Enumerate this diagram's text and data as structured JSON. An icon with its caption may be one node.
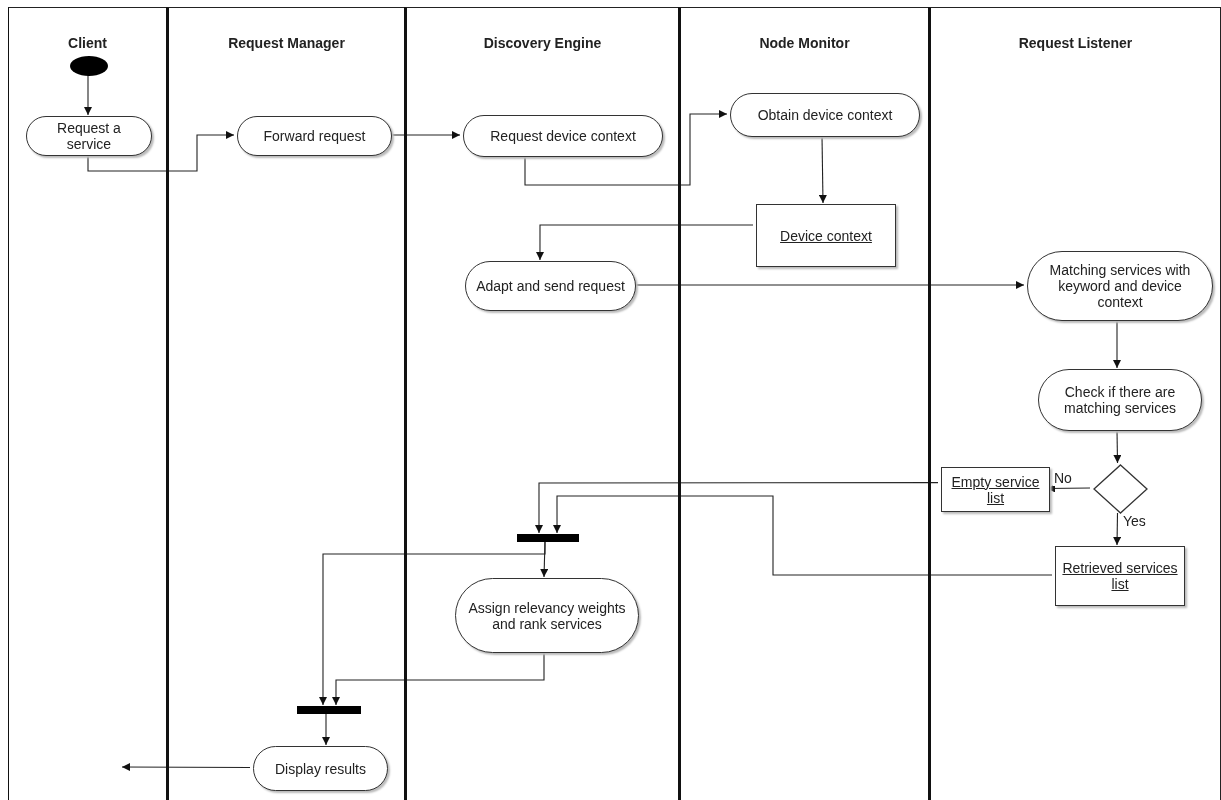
{
  "diagram": {
    "nodes": [
      {
        "text": [
          "Client"
        ]
      },
      {
        "text": [
          "Request Manager"
        ]
      },
      {
        "text": [
          "Discovery Engine"
        ]
      },
      {
        "text": [
          "Node Monitor"
        ]
      },
      {
        "text": [
          "Request Listener"
        ]
      },
      {
        "text": [],
        "shape": "circle",
        "in": 0
      },
      {
        "text": [
          "Request a service"
        ],
        "in": 0
      },
      {
        "text": [
          "Forward request"
        ],
        "in": 1
      },
      {
        "text": [
          "Request device context"
        ],
        "in": 2
      },
      {
        "text": [
          "Obtain device context"
        ],
        "in": 3
      },
      {
        "text": [
          "Device context"
        ],
        "in": 3
      },
      {
        "text": [
          "Adapt and send request"
        ],
        "in": 2
      },
      {
        "text": [
          "Matching services with keyword and device context"
        ],
        "in": 4
      },
      {
        "text": [
          "Check if there are matching services"
        ],
        "in": 4
      },
      {
        "text": [],
        "shape": "diamond",
        "in": 4
      },
      {
        "text": [
          "Empty service list"
        ],
        "in": 4
      },
      {
        "text": [
          "Retrieved services list"
        ],
        "in": 4
      },
      {
        "text": [],
        "shape": "bar",
        "in": 2
      },
      {
        "text": [
          "Assign relevancy weights and rank services"
        ],
        "in": 2
      },
      {
        "text": [],
        "shape": "bar",
        "in": 1
      },
      {
        "text": [
          "Display results"
        ],
        "in": 1
      }
    ],
    "edges": [
      {
        "from": 5,
        "to": 6,
        "arrow": "to"
      },
      {
        "from": 6,
        "to": 7,
        "arrow": "to"
      },
      {
        "from": 7,
        "to": 8,
        "arrow": "to"
      },
      {
        "from": 8,
        "to": 9,
        "arrow": "to"
      },
      {
        "from": 9,
        "to": 10,
        "arrow": "to"
      },
      {
        "from": 10,
        "to": 11,
        "arrow": "to"
      },
      {
        "from": 11,
        "to": 12,
        "arrow": "to"
      },
      {
        "from": 12,
        "to": 13,
        "arrow": "to"
      },
      {
        "from": 13,
        "to": 14,
        "arrow": "to"
      },
      {
        "from": 14,
        "to": 15,
        "arrow": "to",
        "label": "No"
      },
      {
        "from": 14,
        "to": 16,
        "arrow": "to",
        "label": "Yes"
      },
      {
        "from": 15,
        "to": 17,
        "arrow": "to"
      },
      {
        "from": 16,
        "to": 17,
        "arrow": "to"
      },
      {
        "from": 17,
        "to": 18,
        "arrow": "to"
      },
      {
        "from": 17,
        "to": 19,
        "arrow": "to"
      },
      {
        "from": 18,
        "to": 19,
        "arrow": "to"
      },
      {
        "from": 19,
        "to": 20,
        "arrow": "to"
      },
      {
        "from": 20,
        "to": null,
        "arrow": "to"
      }
    ]
  }
}
